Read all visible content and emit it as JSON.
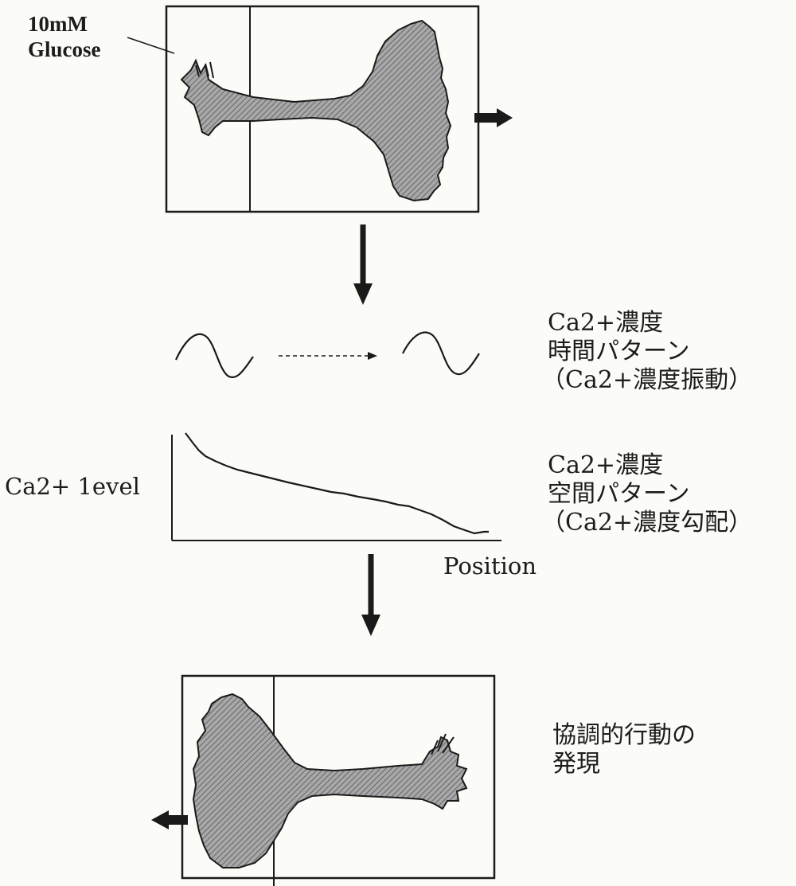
{
  "input_label": {
    "line1": "10mM",
    "line2": "Glucose"
  },
  "temporal_pattern": {
    "line1": "Ca2+濃度",
    "line2": "時間パターン",
    "line3": "（Ca2+濃度振動）"
  },
  "spatial_pattern": {
    "line1": "Ca2+濃度",
    "line2": "空間パターン",
    "line3": "（Ca2+濃度勾配）"
  },
  "axes": {
    "ylabel": "Ca2+ 1evel",
    "xlabel": "Position"
  },
  "outcome": {
    "line1": "協調的行動の",
    "line2": "発現"
  },
  "colors": {
    "ink": "#1a1a1a",
    "cell_fill": "#9a9a9a",
    "background": "#fbfbf8"
  }
}
